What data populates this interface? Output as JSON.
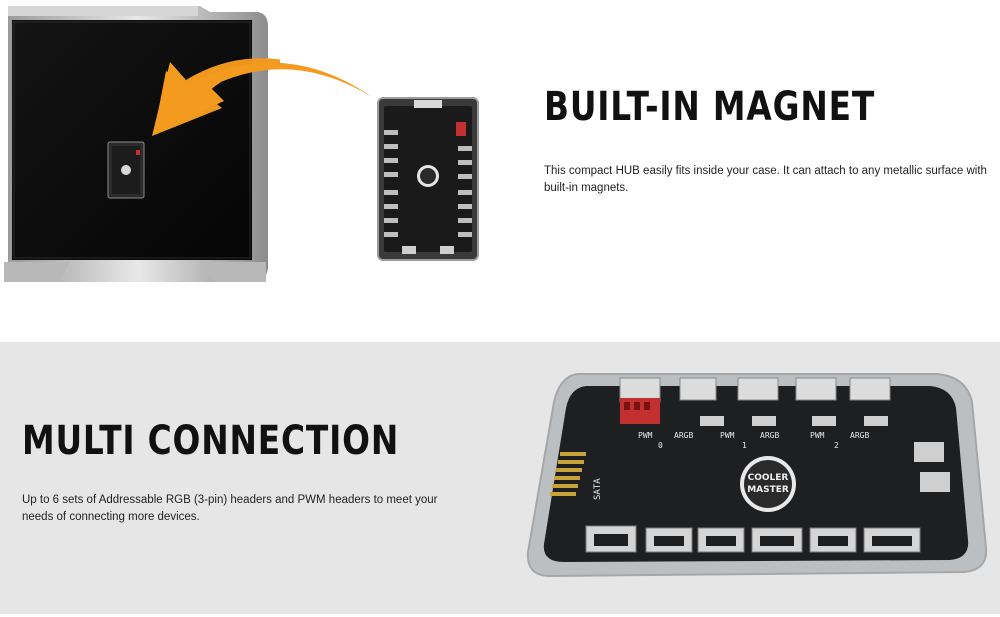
{
  "sections": {
    "magnet": {
      "heading": "BUILT-IN MAGNET",
      "body": "This compact HUB easily fits inside your case. It can attach to any metallic surface with built-in magnets."
    },
    "connection": {
      "heading": "MULTI CONNECTION",
      "body": "Up to 6 sets of Addressable RGB (3-pin) headers and PWM headers to meet your needs of connecting more devices."
    }
  },
  "hub": {
    "logo_line1": "COOLER",
    "logo_line2": "MASTER",
    "sata_label": "SATA",
    "port_labels": [
      "PWM",
      "ARGB",
      "PWM",
      "ARGB",
      "PWM",
      "ARGB"
    ],
    "port_numbers": [
      "0",
      "1",
      "2"
    ]
  },
  "colors": {
    "arrow": "#f39a1f",
    "bottom_bg": "#e6e6e6",
    "connector_red": "#c23030"
  }
}
